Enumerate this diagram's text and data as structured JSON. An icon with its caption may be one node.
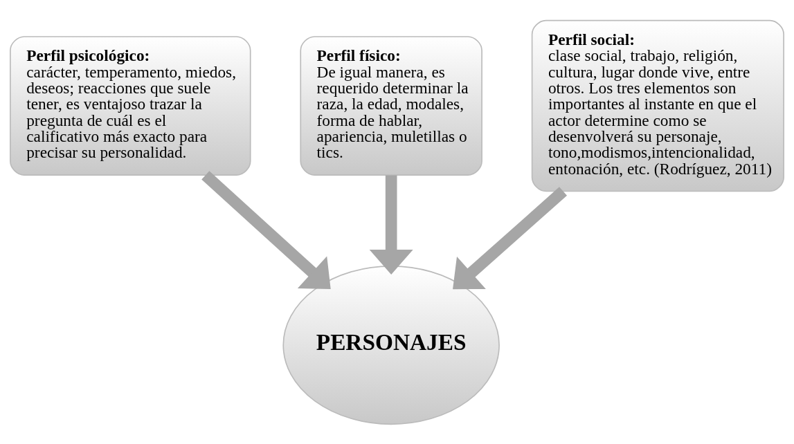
{
  "diagram": {
    "nodes": [
      {
        "text": [
          "Perfil psicológico:",
          "carácter, temperamento, miedos, deseos; reacciones que suele tener, es ventajoso trazar la pregunta de cuál es el calificativo más exacto para precisar su personalidad."
        ]
      },
      {
        "text": [
          "Perfil físico:",
          "De igual manera, es requerido determinar la raza, la edad, modales, forma de hablar, apariencia, muletillas o tics."
        ]
      },
      {
        "text": [
          "Perfil social:",
          "clase social, trabajo, religión, cultura, lugar donde vive, entre otros. Los tres elementos son importantes al instante en que el actor determine como se desenvolverá su personaje, tono,modismos,intencionalidad, entonación, etc. (Rodríguez, 2011)"
        ]
      },
      {
        "text": [
          "PERSONAJES"
        ]
      }
    ],
    "edges": [
      {
        "from": 0,
        "to": 3,
        "arrow": "to"
      },
      {
        "from": 1,
        "to": 3,
        "arrow": "to"
      },
      {
        "from": 2,
        "to": 3,
        "arrow": "to"
      }
    ]
  }
}
